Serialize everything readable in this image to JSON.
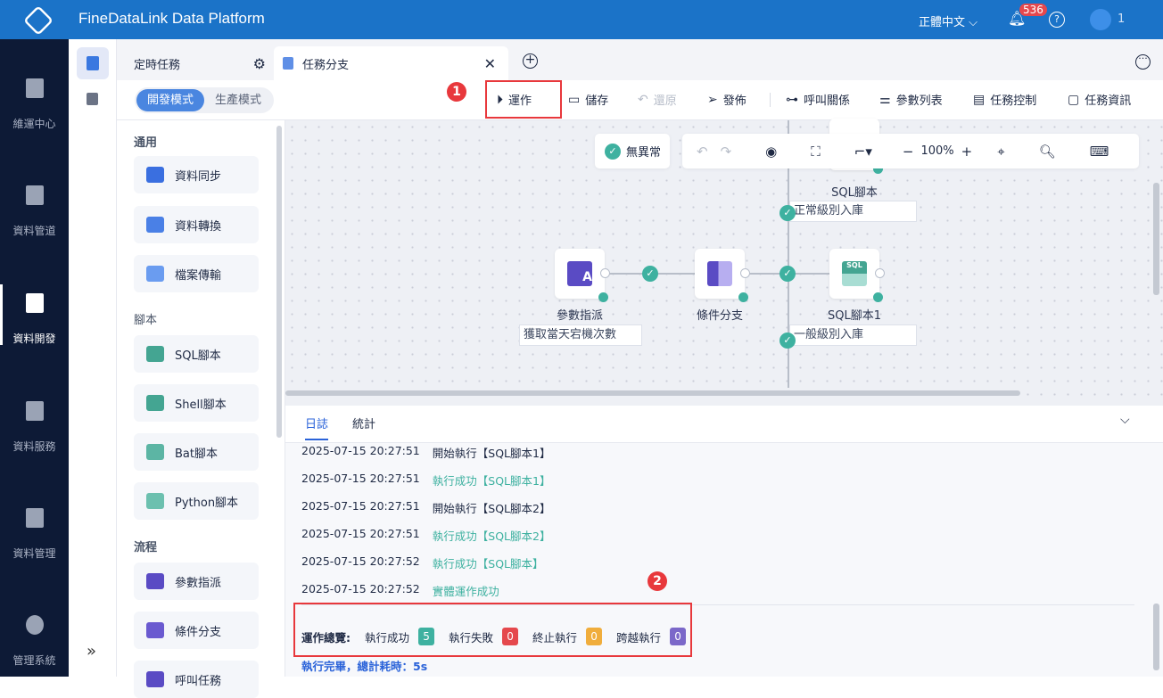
{
  "header": {
    "title": "FineDataLink Data Platform",
    "language": "正體中文",
    "notifications": "536",
    "user": "1"
  },
  "nav": [
    {
      "label": "維運中心",
      "icon": "clipboard-check-icon"
    },
    {
      "label": "資料管道",
      "icon": "pipeline-icon"
    },
    {
      "label": "資料開發",
      "icon": "dev-icon",
      "active": true
    },
    {
      "label": "資料服務",
      "icon": "service-icon"
    },
    {
      "label": "資料管理",
      "icon": "data-manage-icon"
    },
    {
      "label": "管理系統",
      "icon": "gear-icon"
    }
  ],
  "tabs": {
    "scheduled": "定時任務",
    "active": "任務分支"
  },
  "modes": {
    "dev": "開發模式",
    "prod": "生產模式"
  },
  "toolbar": {
    "run": "運作",
    "save": "儲存",
    "restore": "還原",
    "publish": "發佈",
    "call_relation": "呼叫關係",
    "param_list": "參數列表",
    "task_control": "任務控制",
    "task_info": "任務資訊"
  },
  "palette": {
    "sections": [
      "通用",
      "腳本",
      "流程"
    ],
    "general": [
      "資料同步",
      "資料轉換",
      "檔案傳輸"
    ],
    "scripts": [
      "SQL腳本",
      "Shell腳本",
      "Bat腳本",
      "Python腳本"
    ],
    "flow": [
      "參數指派",
      "條件分支",
      "呼叫任務"
    ]
  },
  "canvas": {
    "status": "無異常",
    "zoom": "100%",
    "nodes": {
      "assign": "參數指派",
      "branch": "條件分支",
      "sql1": "SQL腳本1",
      "sql": "SQL腳本"
    },
    "notes": {
      "assign": "獲取當天宕機次數",
      "normal": "正常級別入庫",
      "general": "一般級別入庫"
    }
  },
  "log": {
    "tabs": [
      "日誌",
      "統計"
    ],
    "rows": [
      {
        "time": "2025-07-15 20:27:51",
        "msg": "開始執行【SQL腳本1】",
        "ok": false
      },
      {
        "time": "2025-07-15 20:27:51",
        "msg": "執行成功【SQL腳本1】",
        "ok": true
      },
      {
        "time": "2025-07-15 20:27:51",
        "msg": "開始執行【SQL腳本2】",
        "ok": false
      },
      {
        "time": "2025-07-15 20:27:51",
        "msg": "執行成功【SQL腳本2】",
        "ok": true
      },
      {
        "time": "2025-07-15 20:27:52",
        "msg": "執行成功【SQL腳本】",
        "ok": true
      },
      {
        "time": "2025-07-15 20:27:52",
        "msg": "實體運作成功",
        "ok": true
      }
    ],
    "summary": {
      "label": "運作總覽:",
      "success_label": "執行成功",
      "success": "5",
      "fail_label": "執行失敗",
      "fail": "0",
      "stop_label": "終止執行",
      "stop": "0",
      "skip_label": "跨越執行",
      "skip": "0"
    },
    "finish": "執行完畢，總計耗時：5s"
  },
  "annotations": [
    "1",
    "2"
  ],
  "colors": {
    "brand": "#1b73c8",
    "nav": "#0d1a36",
    "success": "#3eb1a0",
    "fail": "#e5484d",
    "stop": "#f0ad3c",
    "skip": "#7b68c9"
  }
}
